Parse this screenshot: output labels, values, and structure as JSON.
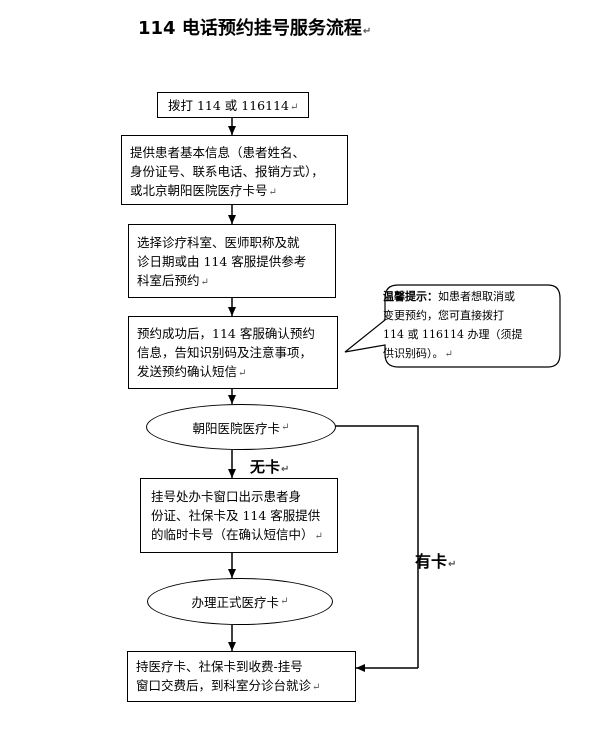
{
  "title": "114 电话预约挂号服务流程",
  "mark": "↵",
  "steps": {
    "call": "拨打 114 或 116114",
    "info": [
      "提供患者基本信息（患者姓名、",
      "身份证号、联系电话、报销方式），",
      "或北京朝阳医院医疗卡号"
    ],
    "select": [
      "选择诊疗科室、医师职称及就",
      "诊日期或由 114 客服提供参考",
      "科室后预约"
    ],
    "confirm": [
      "预约成功后，114 客服确认预约",
      "信息，告知识别码及注意事项，",
      "发送预约确认短信"
    ],
    "card_check": "朝阳医院医疗卡",
    "no_card_label": "无卡",
    "temp_card": [
      "挂号处办卡窗口出示患者身",
      "份证、社保卡及 114 客服提供",
      "的临时卡号（在确认短信中）"
    ],
    "make_card": "办理正式医疗卡",
    "final": [
      "持医疗卡、社保卡到收费-挂号",
      "窗口交费后，到科室分诊台就诊"
    ],
    "has_card_label": "有卡"
  },
  "tip": {
    "label": "温馨提示：",
    "lines": [
      "如患者想取消或",
      "变更预约，您可直接拨打",
      "114 或 116114 办理（须提",
      "供识别码）。"
    ]
  }
}
